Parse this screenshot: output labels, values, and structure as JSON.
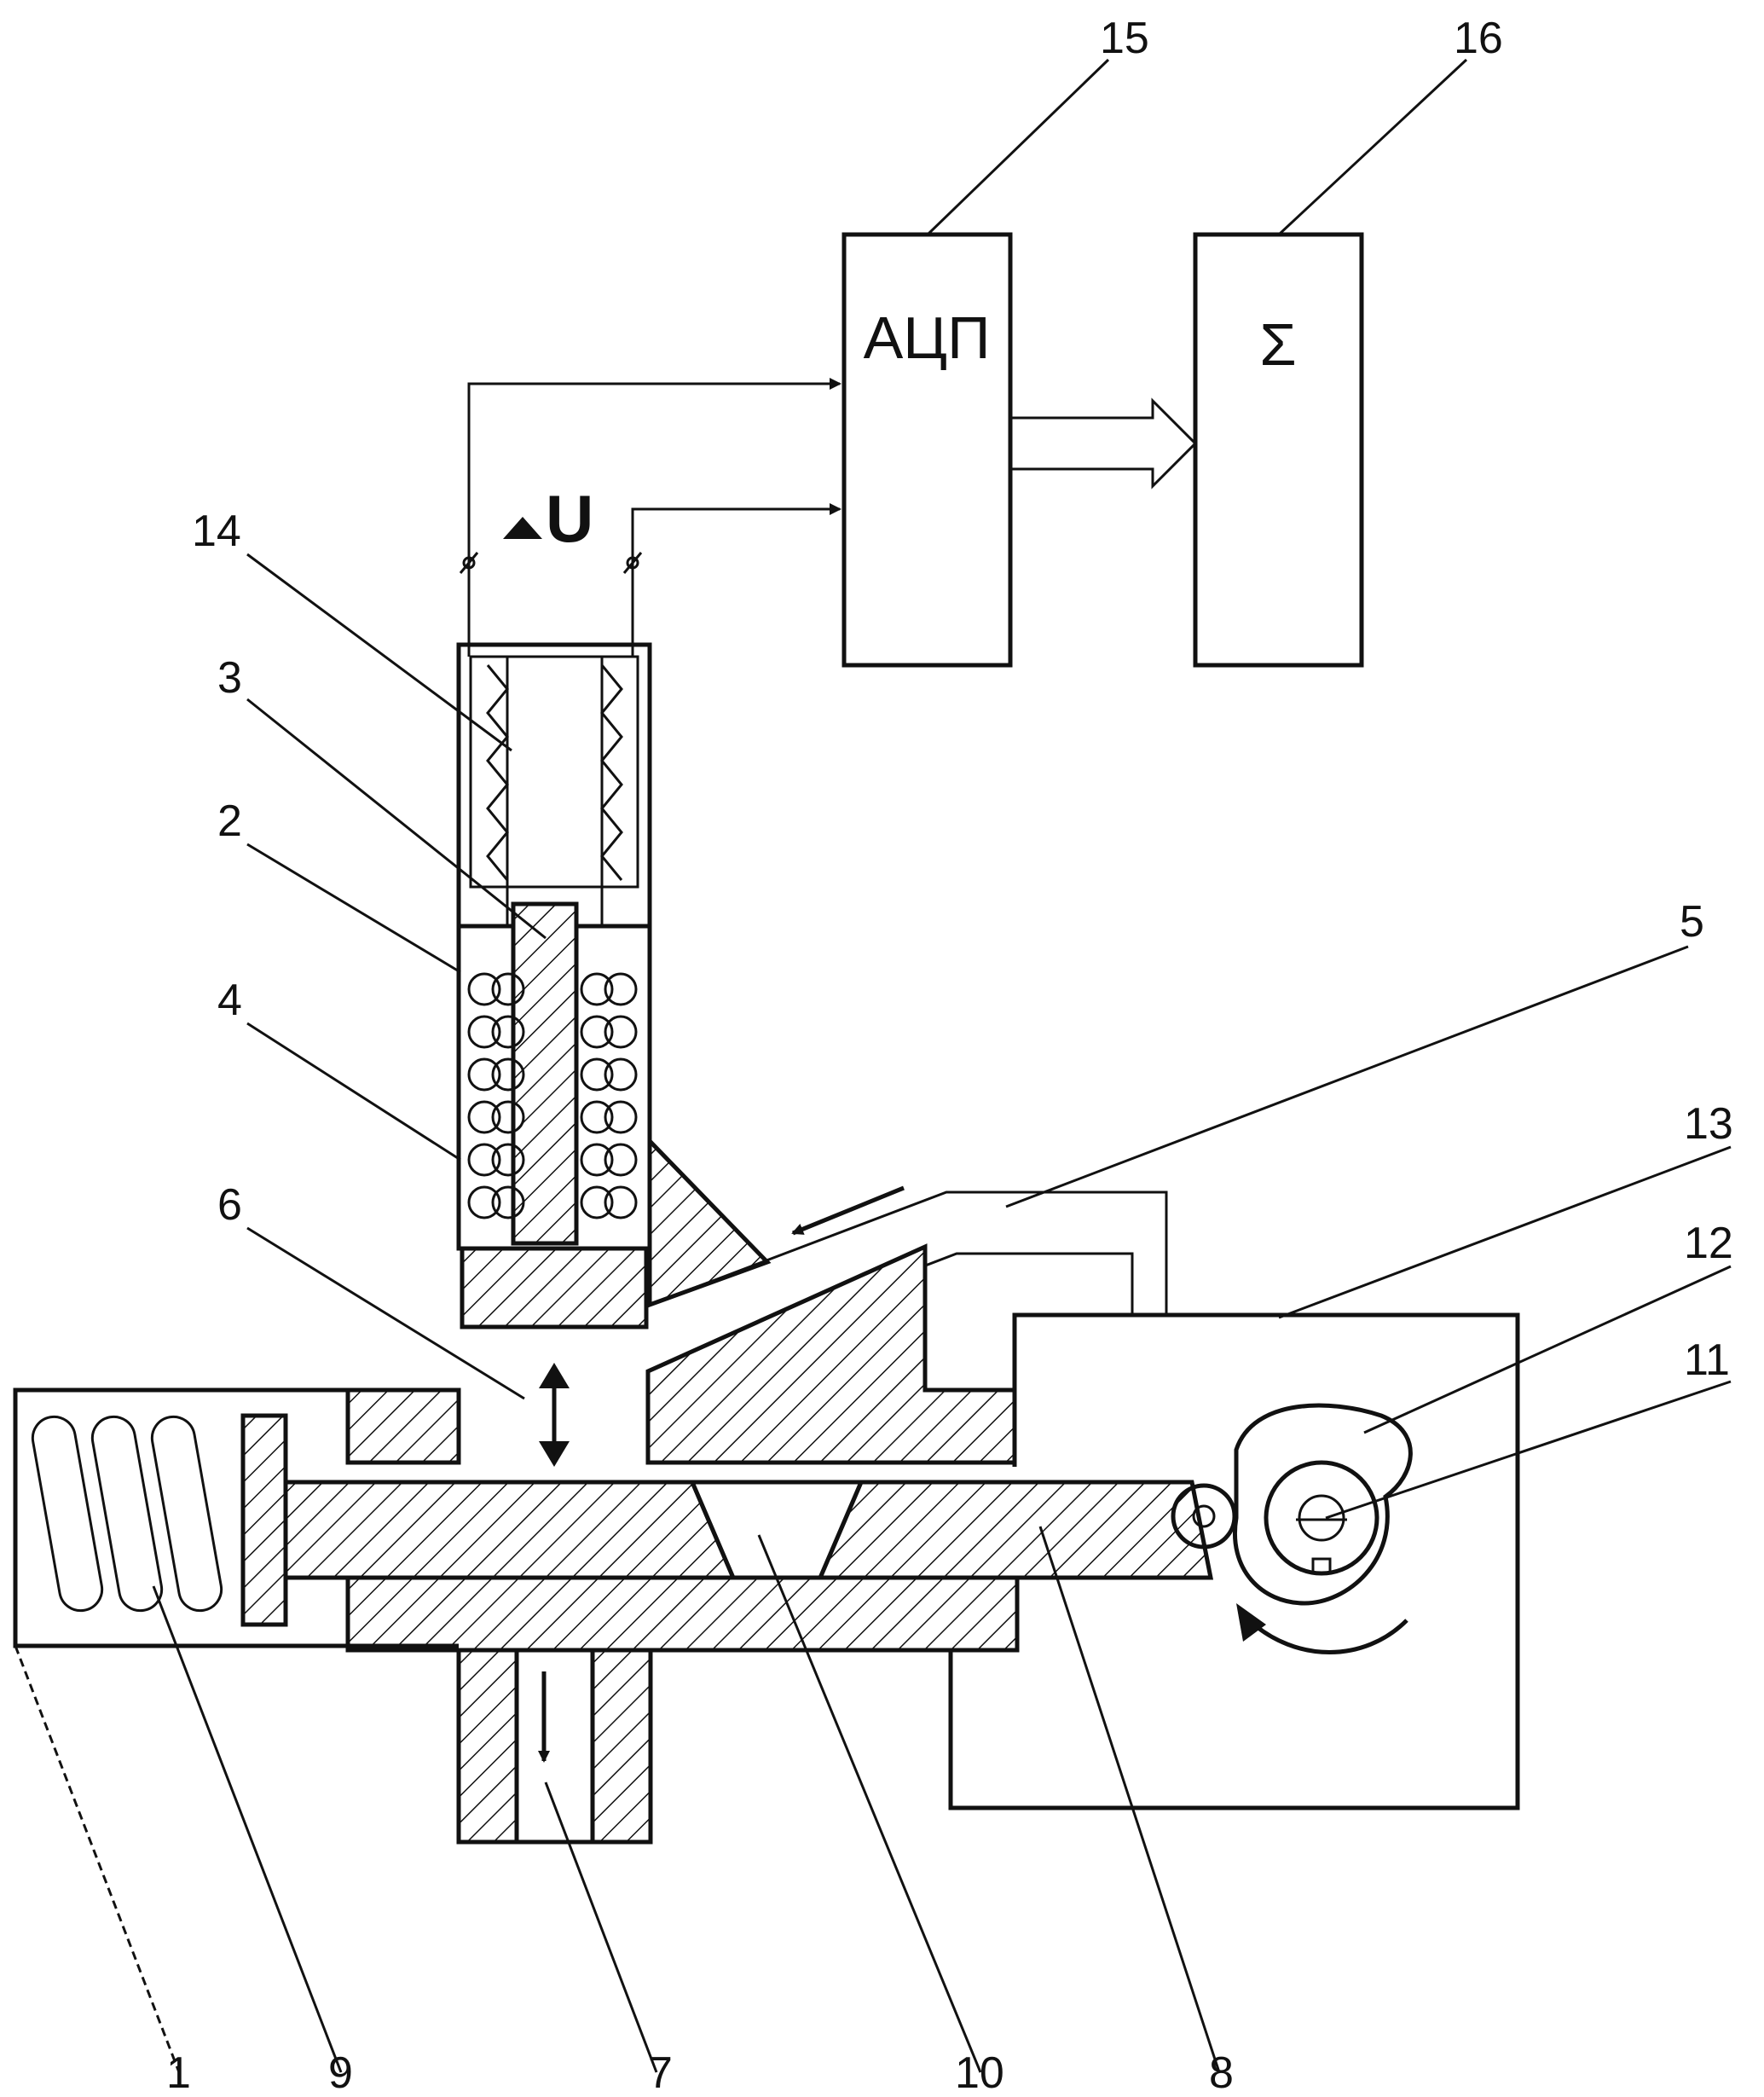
{
  "diagram": {
    "blocks": {
      "adc": {
        "text": "АЦП",
        "number": "15"
      },
      "sum": {
        "text": "Σ",
        "number": "16"
      }
    },
    "signal_label": "U",
    "part_numbers": {
      "n1": "1",
      "n2": "2",
      "n3": "3",
      "n4": "4",
      "n5": "5",
      "n6": "6",
      "n7": "7",
      "n8": "8",
      "n9": "9",
      "n10": "10",
      "n11": "11",
      "n12": "12",
      "n13": "13",
      "n14": "14"
    }
  }
}
